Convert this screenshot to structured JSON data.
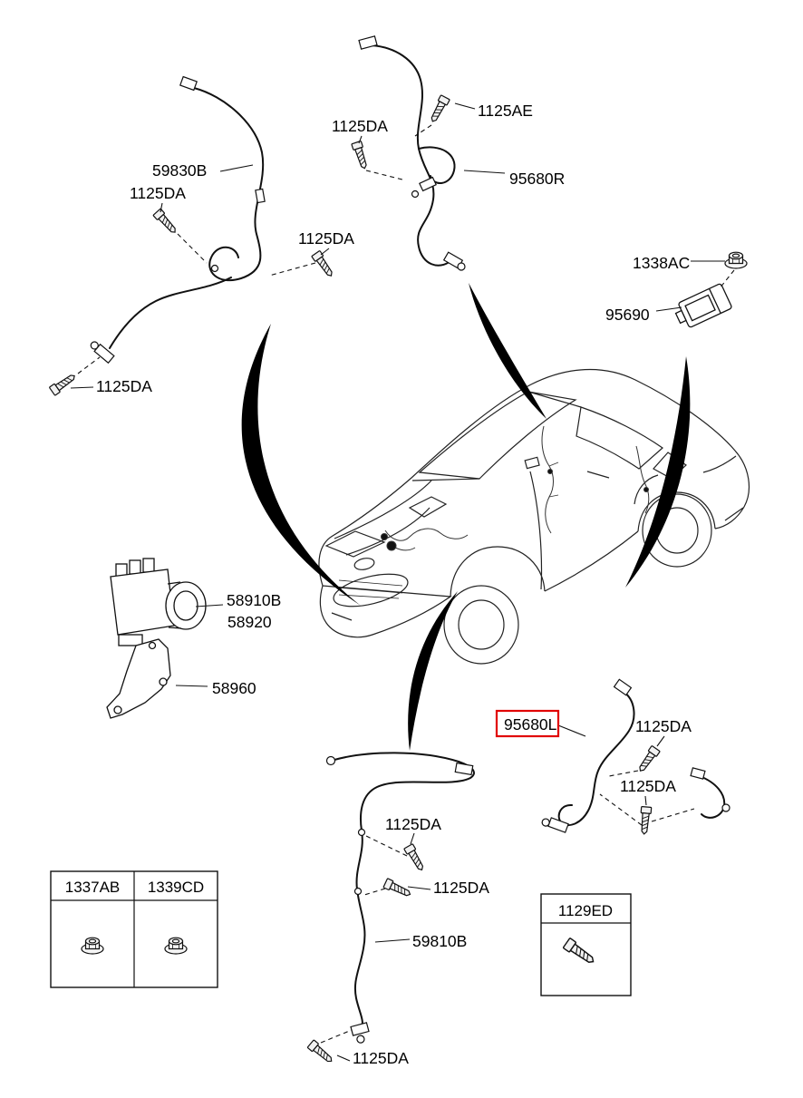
{
  "diagram": {
    "title_hint": "ABS wheel speed sensor and hydraulic module parts diagram",
    "highlight_color": "#e10000",
    "line_color": "#111111",
    "labels": [
      {
        "text": "1125AE"
      },
      {
        "text": "1125DA"
      },
      {
        "text": "59830B"
      },
      {
        "text": "1125DA"
      },
      {
        "text": "95680R"
      },
      {
        "text": "1125DA"
      },
      {
        "text": "1338AC"
      },
      {
        "text": "95690"
      },
      {
        "text": "1125DA"
      },
      {
        "text": "58910B"
      },
      {
        "text": "58920"
      },
      {
        "text": "58960"
      },
      {
        "text": "95680L",
        "highlighted": true
      },
      {
        "text": "1125DA"
      },
      {
        "text": "1125DA"
      },
      {
        "text": "1125DA"
      },
      {
        "text": "1125DA"
      },
      {
        "text": "59810B"
      },
      {
        "text": "1125DA"
      }
    ],
    "fastener_table": {
      "columns": [
        "1337AB",
        "1339CD"
      ],
      "icon": "flange-nut-icon"
    },
    "bolt_box": {
      "label": "1129ED",
      "icon": "bolt-icon"
    }
  }
}
